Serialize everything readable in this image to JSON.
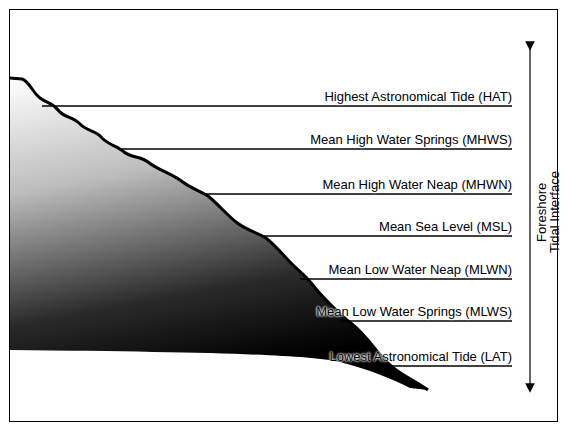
{
  "diagram": {
    "labels": [
      "Highest Astronomical Tide (HAT)",
      "Mean High Water Springs (MHWS)",
      "Mean High Water Neap (MHWN)",
      "Mean Sea Level (MSL)",
      "Mean Low Water Neap (MLWN)",
      "Mean Low Water Springs (MLWS)",
      "Lowest Astronomical Tide (LAT)",
      "Foreshore",
      "Tidal Interface"
    ]
  }
}
